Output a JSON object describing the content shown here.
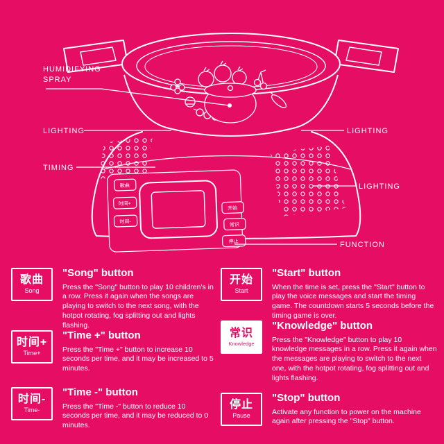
{
  "colors": {
    "background": "#E60E64",
    "line": "#FFFFFF"
  },
  "diagram": {
    "labels": {
      "humidifying_line1": "HUMIDIFYING",
      "humidifying_line2": "SPRAY",
      "lighting_left": "LIGHTING",
      "timing": "TIMING",
      "lighting_right_top": "LIGHTING",
      "lighting_right_bottom": "LIGHTING",
      "function": "FUNCTION"
    }
  },
  "buttons": [
    {
      "icon_cn": "歌曲",
      "icon_en": "Song",
      "style": "outline",
      "heading": "\"Song\" button",
      "body": "Press the \"Song\" button to play 10 children's in a row. Press it again when the songs are playing to switch to the next song, with the hotpot rotating, fog splitting out and lights flashing."
    },
    {
      "icon_cn": "时间+",
      "icon_en": "Time+",
      "style": "outline",
      "heading": "\"Time +\" button",
      "body": "Press the \"Time +\" button to increase 10 seconds per time, and it may be increased to 5 minutes."
    },
    {
      "icon_cn": "时间-",
      "icon_en": "Time-",
      "style": "outline",
      "heading": "\"Time -\" button",
      "body": "Press the \"Time -\" button to reduce 10 seconds per time, and it may be reduced to 0 minutes."
    },
    {
      "icon_cn": "开始",
      "icon_en": "Start",
      "style": "outline",
      "heading": "\"Start\" button",
      "body": "When the time is set, press the \"Start\" button to play the voice messages and start the timing game. The countdown starts 5 seconds before the timing game is over."
    },
    {
      "icon_cn": "常识",
      "icon_en": "Knowledge",
      "style": "filled",
      "heading": "\"Knowledge\" button",
      "body": "Press the \"Knowledge\" button to play 10 knowledge messages in a row. Press it again when the messages are playing to switch to the next one, with the hotpot rotating, fog splitting out and lights flashing."
    },
    {
      "icon_cn": "停止",
      "icon_en": "Pause",
      "style": "outline",
      "heading": "\"Stop\" button",
      "body": "Activate any function to power on the machine again after pressing the \"Stop\" button."
    }
  ]
}
